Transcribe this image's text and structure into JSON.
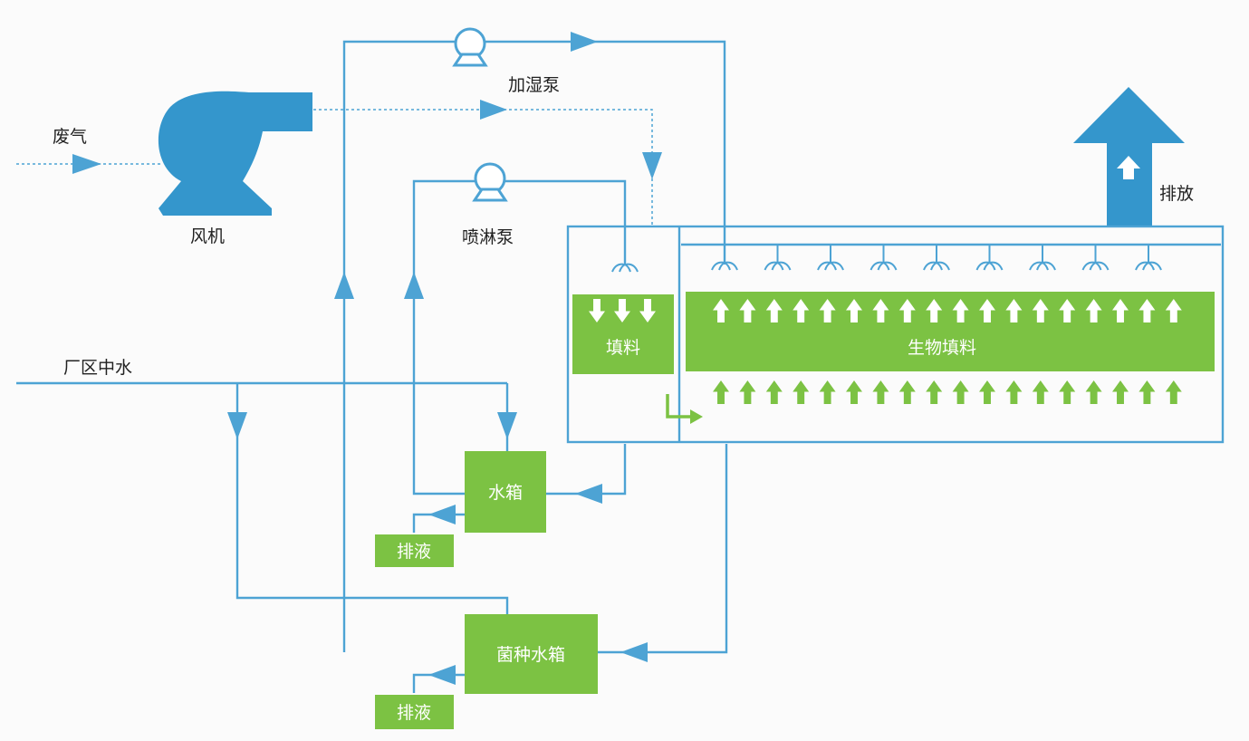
{
  "colors": {
    "pipe": "#4da3d4",
    "blower": "#3496cc",
    "green": "#7cc243",
    "text": "#222222"
  },
  "labels": {
    "exhaust_gas": "废气",
    "fan": "风机",
    "humidify_pump": "加湿泵",
    "spray_pump": "喷淋泵",
    "plant_water": "厂区中水",
    "discharge": "排放",
    "packing": "填料",
    "bio_packing": "生物填料",
    "water_tank": "水箱",
    "culture_tank": "菌种水箱",
    "drain_1": "排液",
    "drain_2": "排液"
  },
  "icons": {
    "fan": "centrifugal-blower-icon",
    "pump": "pump-icon",
    "nozzle": "spray-nozzle-icon",
    "flow_up": "arrow-up-icon",
    "flow_down": "arrow-down-icon",
    "exhaust": "exhaust-arrow-icon"
  },
  "counts": {
    "bio_nozzles": 9,
    "bio_arrows_top_row": 18,
    "bio_arrows_bottom_row": 18,
    "packing_down_arrows": 3
  }
}
